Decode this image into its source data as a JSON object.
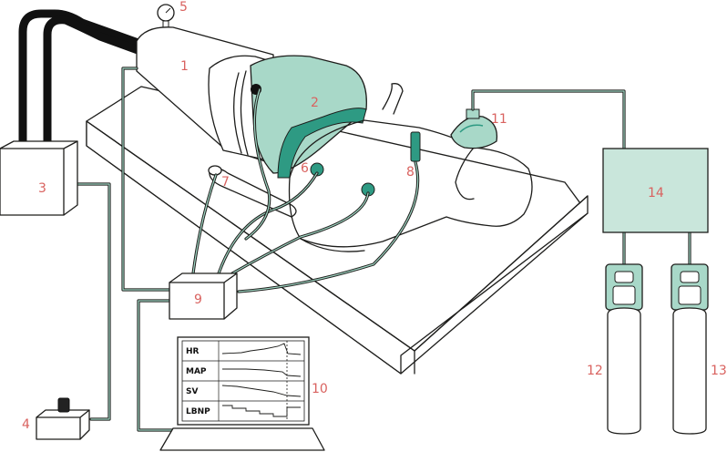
{
  "labels": {
    "l1": "1",
    "l2": "2",
    "l3": "3",
    "l4": "4",
    "l5": "5",
    "l6": "6",
    "l7": "7",
    "l8": "8",
    "l9": "9",
    "l10": "10",
    "l11": "11",
    "l12": "12",
    "l13": "13",
    "l14": "14"
  },
  "monitor": {
    "traces": [
      "HR",
      "MAP",
      "SV",
      "LBNP"
    ]
  },
  "colors": {
    "accent_green": "#a8d8c8",
    "accent_dark_green": "#2e9a83",
    "label_red": "#d9625f",
    "line": "#1d1d1b"
  }
}
